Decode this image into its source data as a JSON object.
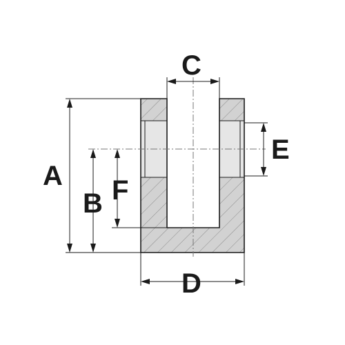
{
  "diagram": {
    "labels": {
      "a": "A",
      "b": "B",
      "c": "C",
      "d": "D",
      "e": "E",
      "f": "F"
    },
    "colors": {
      "section": "#cfcfcf",
      "line": "#1a1a1a",
      "centerline": "#777777"
    }
  }
}
